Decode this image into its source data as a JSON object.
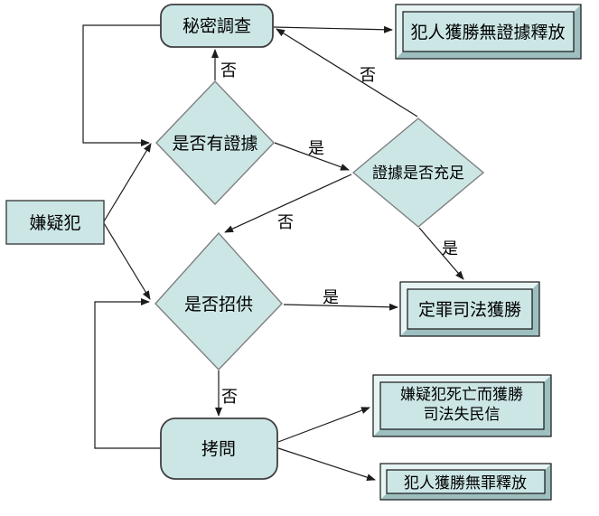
{
  "colors": {
    "node_fill": "#cce6e6",
    "bevel_light": "#e7f4f4",
    "bevel_dark": "#9dbfbf",
    "line": "#1c1c1c",
    "background": "#ffffff"
  },
  "nodes": {
    "secret_investigation": {
      "label": "秘密調查",
      "type": "rounded-rect"
    },
    "no_evidence_release": {
      "label": "犯人獲勝無證據釋放",
      "type": "3d-box"
    },
    "has_evidence": {
      "label": "是否有證據",
      "type": "decision"
    },
    "evidence_sufficient": {
      "label": "證據是否充足",
      "type": "decision"
    },
    "suspect": {
      "label": "嫌疑犯",
      "type": "rect"
    },
    "confess": {
      "label": "是否招供",
      "type": "decision"
    },
    "conviction": {
      "label": "定罪司法獲勝",
      "type": "3d-box"
    },
    "torture": {
      "label": "拷問",
      "type": "rounded-rect"
    },
    "death": {
      "label_line1": "嫌疑犯死亡而獲勝",
      "label_line2": "司法失民信",
      "type": "3d-box"
    },
    "acquittal": {
      "label": "犯人獲勝無罪釋放",
      "type": "3d-box"
    }
  },
  "edges": [
    {
      "from": "suspect",
      "to": "has_evidence",
      "label": ""
    },
    {
      "from": "suspect",
      "to": "confess",
      "label": ""
    },
    {
      "from": "secret_investigation",
      "to": "has_evidence",
      "label": ""
    },
    {
      "from": "has_evidence",
      "to": "secret_investigation",
      "label": "否"
    },
    {
      "from": "has_evidence",
      "to": "evidence_sufficient",
      "label": "是"
    },
    {
      "from": "evidence_sufficient",
      "to": "secret_investigation",
      "label": "否"
    },
    {
      "from": "secret_investigation",
      "to": "no_evidence_release",
      "label": ""
    },
    {
      "from": "evidence_sufficient",
      "to": "confess",
      "label": "否"
    },
    {
      "from": "evidence_sufficient",
      "to": "conviction",
      "label": "是"
    },
    {
      "from": "confess",
      "to": "conviction",
      "label": "是"
    },
    {
      "from": "confess",
      "to": "torture",
      "label": "否"
    },
    {
      "from": "torture",
      "to": "confess",
      "label": ""
    },
    {
      "from": "torture",
      "to": "death",
      "label": ""
    },
    {
      "from": "torture",
      "to": "acquittal",
      "label": ""
    }
  ]
}
